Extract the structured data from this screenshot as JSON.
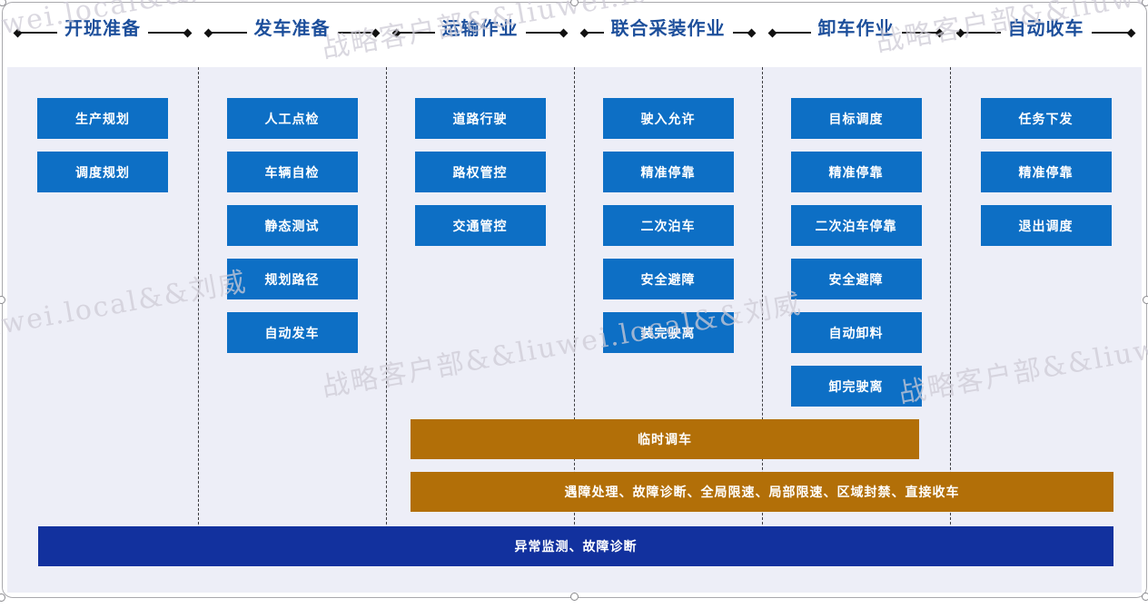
{
  "slide": {
    "watermark_text": "战略客户部&&liuwei.local&&刘威"
  },
  "columns": [
    {
      "title": "开班准备",
      "steps": [
        "生产规划",
        "调度规划"
      ]
    },
    {
      "title": "发车准备",
      "steps": [
        "人工点检",
        "车辆自检",
        "静态测试",
        "规划路径",
        "自动发车"
      ]
    },
    {
      "title": "运输作业",
      "steps": [
        "道路行驶",
        "路权管控",
        "交通管控"
      ]
    },
    {
      "title": "联合采装作业",
      "steps": [
        "驶入允许",
        "精准停靠",
        "二次泊车",
        "安全避障",
        "装完驶离"
      ]
    },
    {
      "title": "卸车作业",
      "steps": [
        "目标调度",
        "精准停靠",
        "二次泊车停靠",
        "安全避障",
        "自动卸料",
        "卸完驶离"
      ]
    },
    {
      "title": "自动收车",
      "steps": [
        "任务下发",
        "精准停靠",
        "退出调度"
      ]
    }
  ],
  "overlay_bars": [
    {
      "label": "临时调车"
    },
    {
      "label": "遇障处理、故障诊断、全局限速、局部限速、区域封禁、直接收车"
    },
    {
      "label": "异常监测、故障诊断"
    }
  ],
  "colors": {
    "step_blue": "#0d6fc5",
    "bar_orange": "#b26f08",
    "bar_navy": "#12319e",
    "header_text": "#1d4f9b",
    "panel_background": "#edeef7"
  }
}
